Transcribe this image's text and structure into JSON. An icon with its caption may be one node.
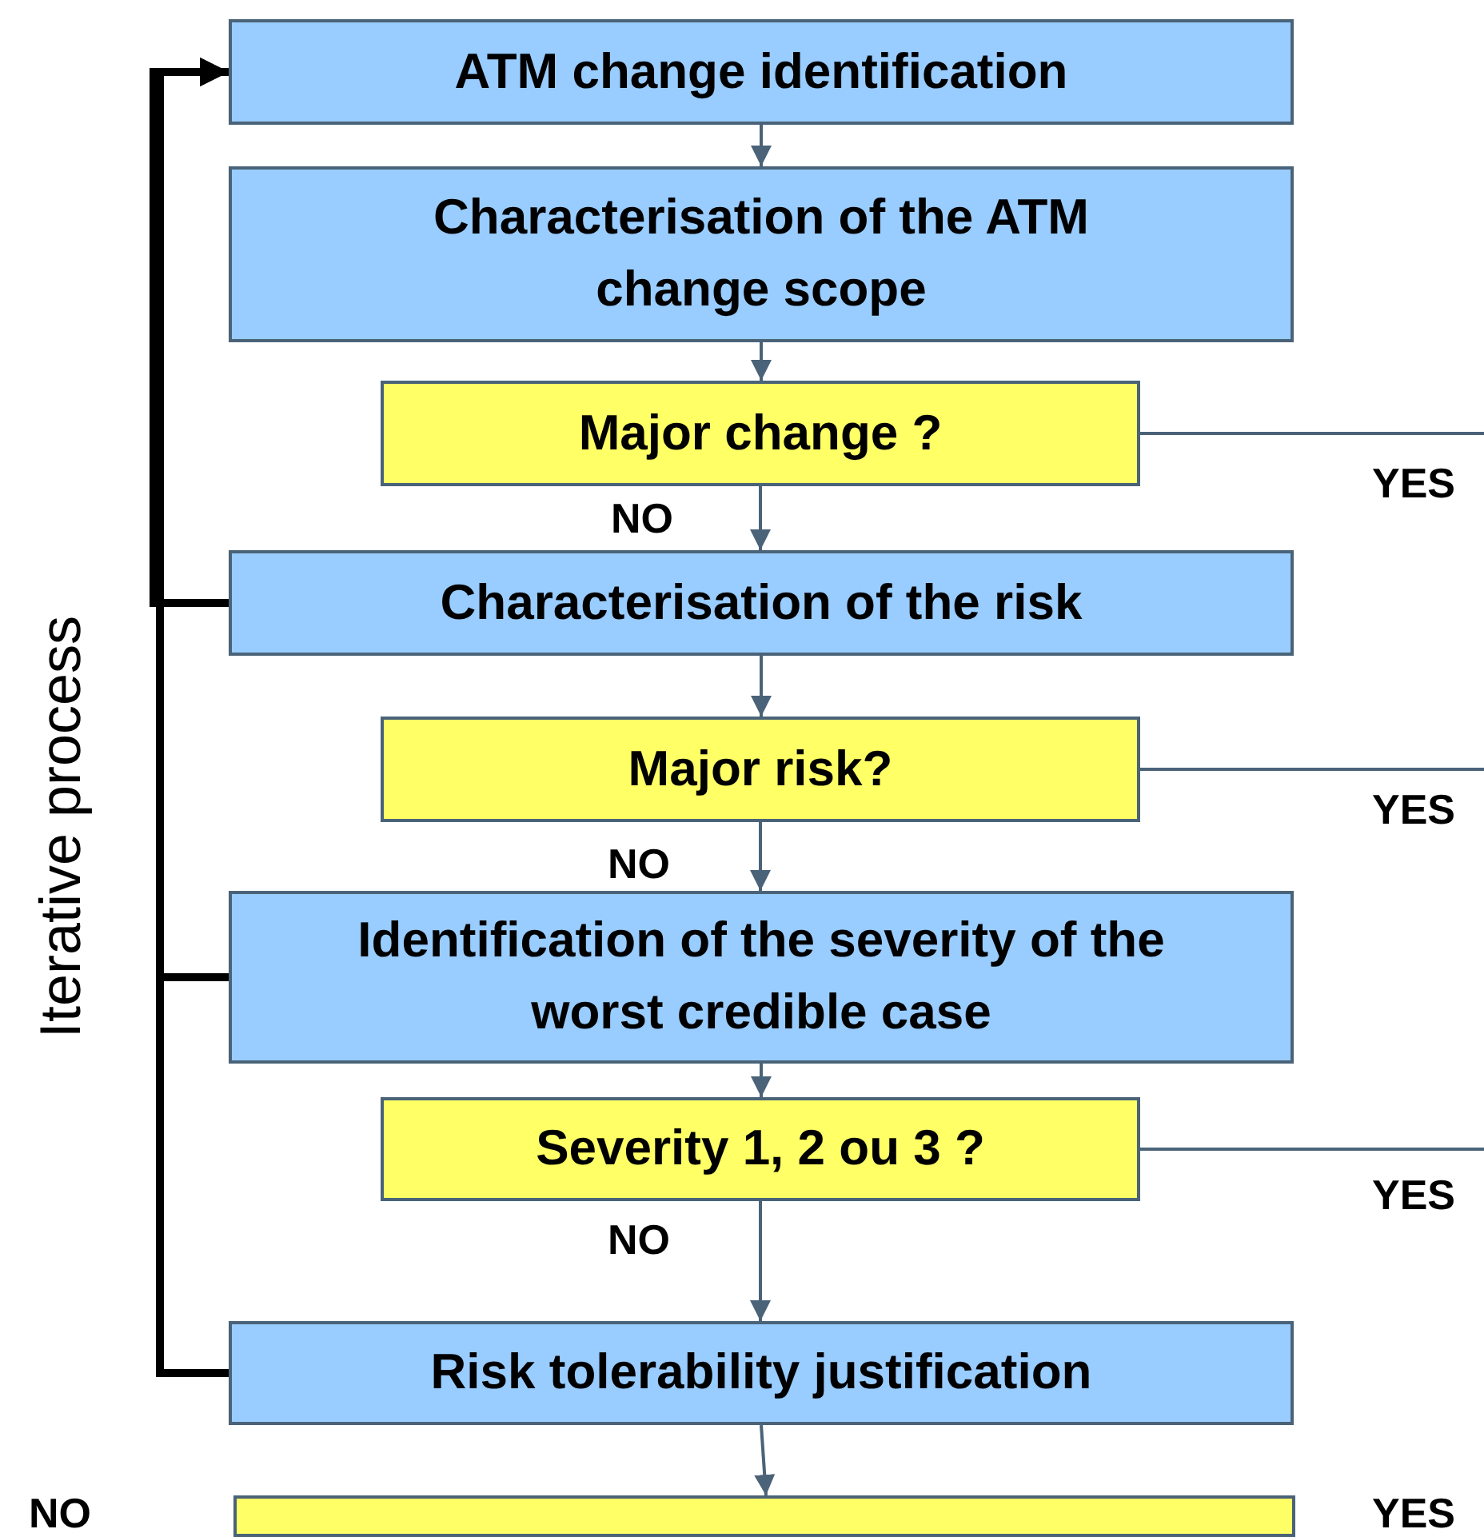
{
  "diagram": {
    "nodes": [
      {
        "text": [
          "ATM change identification"
        ]
      },
      {
        "text": [
          "Characterisation of the ATM change scope"
        ]
      },
      {
        "text": [
          "Major change ?"
        ]
      },
      {
        "text": [
          "Characterisation of the risk"
        ]
      },
      {
        "text": [
          "Major risk?"
        ]
      },
      {
        "text": [
          "Identification of the severity of the worst credible case"
        ]
      },
      {
        "text": [
          "Severity 1, 2 ou 3 ?"
        ]
      },
      {
        "text": [
          "Risk tolerability justification"
        ]
      },
      {
        "text": [],
        "shape": "box"
      }
    ],
    "edges": [
      {
        "from": 0,
        "to": 1,
        "arrow": "to"
      },
      {
        "from": 1,
        "to": 2,
        "arrow": "to"
      },
      {
        "from": 2,
        "to": 3,
        "arrow": "to",
        "label": "NO"
      },
      {
        "from": 3,
        "to": 4,
        "arrow": "to"
      },
      {
        "from": 4,
        "to": 5,
        "arrow": "to",
        "label": "NO"
      },
      {
        "from": 5,
        "to": 6,
        "arrow": "to"
      },
      {
        "from": 6,
        "to": 7,
        "arrow": "to",
        "label": "NO"
      },
      {
        "from": 7,
        "to": 8,
        "arrow": "to"
      },
      {
        "from": 2,
        "to": null,
        "arrow": "none",
        "label": "YES"
      },
      {
        "from": 4,
        "to": null,
        "arrow": "none",
        "label": "YES"
      },
      {
        "from": 6,
        "to": null,
        "arrow": "none",
        "label": "YES"
      },
      {
        "from": 3,
        "to": 0,
        "arrow": "to",
        "style": "thick",
        "color": "#000000"
      },
      {
        "from": 5,
        "to": 0,
        "arrow": "to",
        "style": "thick",
        "color": "#000000"
      },
      {
        "from": 7,
        "to": 0,
        "arrow": "to",
        "style": "thick",
        "color": "#000000"
      }
    ],
    "labels": [
      "Iterative process",
      "NO",
      "YES"
    ]
  }
}
